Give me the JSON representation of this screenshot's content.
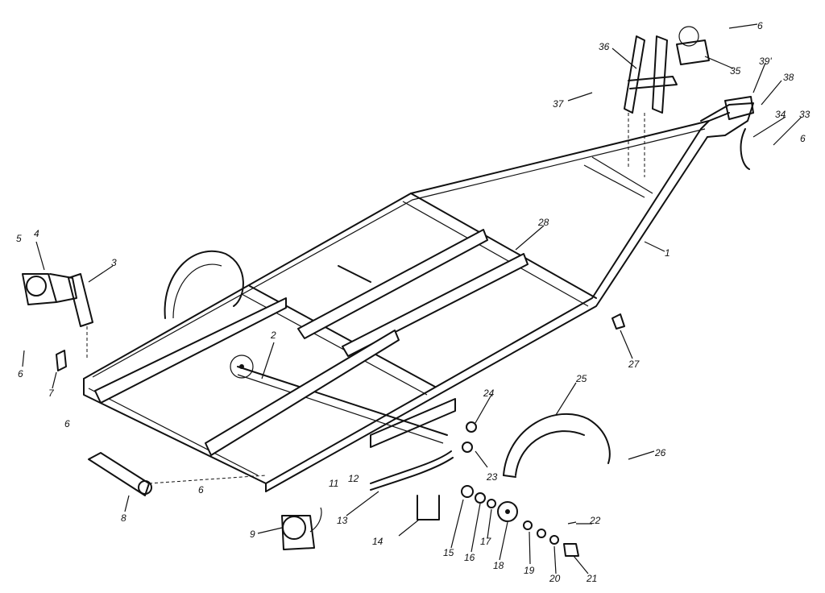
{
  "labels": {
    "l1": "1",
    "l2": "2",
    "l3": "3",
    "l4": "4",
    "l5": "5",
    "l6a": "6",
    "l6b": "6",
    "l6c": "6",
    "l6d": "6",
    "l6e": "6",
    "l7": "7",
    "l8": "8",
    "l9": "9",
    "l11": "11",
    "l12": "12",
    "l13": "13",
    "l14": "14",
    "l15": "15",
    "l16": "16",
    "l17": "17",
    "l18": "18",
    "l19": "19",
    "l20": "20",
    "l21": "21",
    "l22": "22",
    "l23": "23",
    "l24": "24",
    "l25": "25",
    "l26": "26",
    "l27": "27",
    "l28": "28",
    "l33": "33",
    "l34": "34",
    "l35": "35",
    "l36": "36",
    "l37": "37",
    "l38": "38",
    "l39": "39'"
  }
}
